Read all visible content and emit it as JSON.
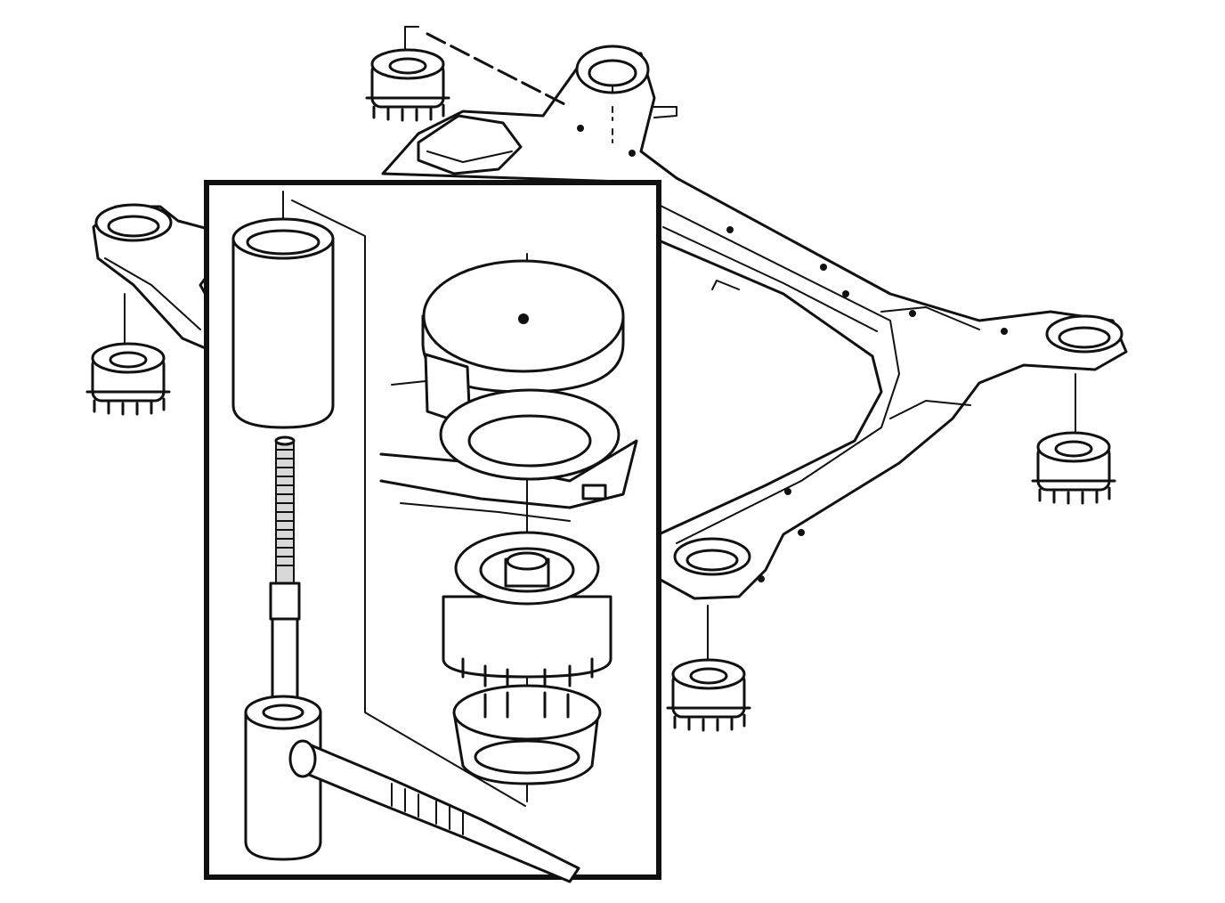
{
  "figure": {
    "main_component": "rear-subframe",
    "inset_component": "bushing-press-tool",
    "bushing_count": 4,
    "colors": {
      "ink": "#111111",
      "paper": "#ffffff",
      "shade": "#d8d8d8"
    }
  }
}
